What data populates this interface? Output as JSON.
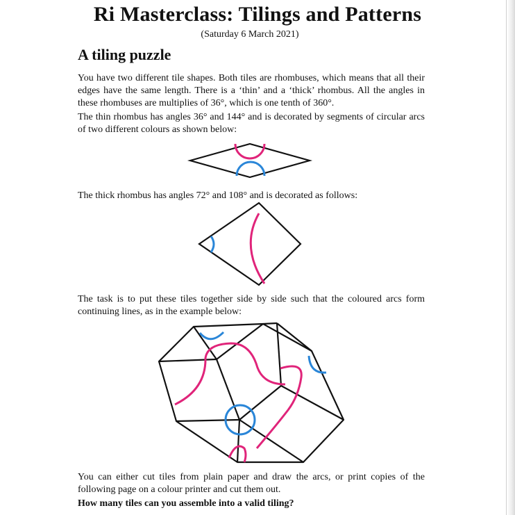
{
  "header": {
    "title": "Ri Masterclass: Tilings and Patterns",
    "subtitle": "(Saturday 6 March 2021)"
  },
  "section": {
    "heading": "A tiling puzzle"
  },
  "body": {
    "intro": "You have two different tile shapes. Both tiles are rhombuses, which means that all their edges have the same length. There is a ‘thin’ and a ‘thick’ rhombus. All the angles in these rhombuses are multiplies of 36°, which is one tenth of 360°.",
    "thin_text": "The thin rhombus has angles 36° and 144° and is decorated by segments of circular arcs of two different colours as shown below:",
    "thick_text": "The thick rhombus has angles 72° and 108° and is decorated as follows:",
    "task_text": "The task is to put these tiles together side by side such that the coloured arcs form continuing lines, as in the example below:",
    "cut_text": "You can either cut tiles from plain paper and draw the arcs, or print copies of the following page on a colour printer and cut them out.",
    "question": "How many tiles can you assemble into a valid tiling?"
  },
  "colors": {
    "arc_blue": "#2a86d8",
    "arc_pink": "#e0247a",
    "outline": "#111111"
  }
}
